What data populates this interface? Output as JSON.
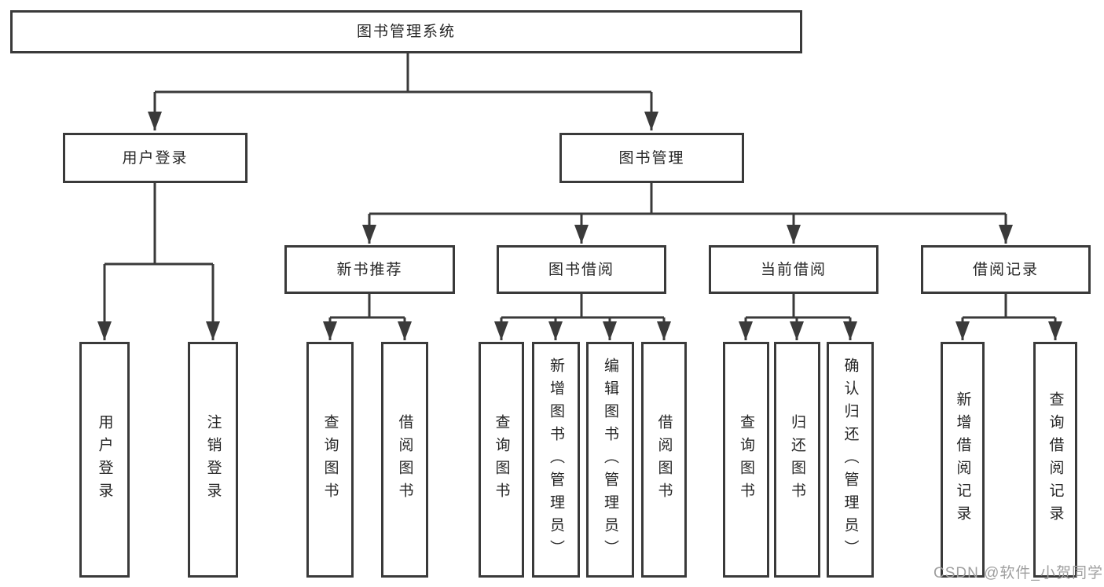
{
  "diagram": {
    "root": {
      "label": "图书管理系统",
      "children": [
        {
          "label": "用户登录",
          "children": [
            {
              "label": "用户登录"
            },
            {
              "label": "注销登录"
            }
          ]
        },
        {
          "label": "图书管理",
          "children": [
            {
              "label": "新书推荐",
              "children": [
                {
                  "label": "查询图书"
                },
                {
                  "label": "借阅图书"
                }
              ]
            },
            {
              "label": "图书借阅",
              "children": [
                {
                  "label": "查询图书"
                },
                {
                  "label": "新增图书（管理员）"
                },
                {
                  "label": "编辑图书（管理员）"
                },
                {
                  "label": "借阅图书"
                }
              ]
            },
            {
              "label": "当前借阅",
              "children": [
                {
                  "label": "查询图书"
                },
                {
                  "label": "归还图书"
                },
                {
                  "label": "确认归还（管理员）"
                }
              ]
            },
            {
              "label": "借阅记录",
              "children": [
                {
                  "label": "新增借阅记录"
                },
                {
                  "label": "查询借阅记录"
                }
              ]
            }
          ]
        }
      ]
    }
  },
  "watermark": {
    "text": "CSDN @软件_小贺同学"
  },
  "colors": {
    "line": "#3a3a3a",
    "text": "#262626",
    "box_background": "#ffffff",
    "page_background": "#ffffff",
    "watermark": "#9f9f9f"
  }
}
